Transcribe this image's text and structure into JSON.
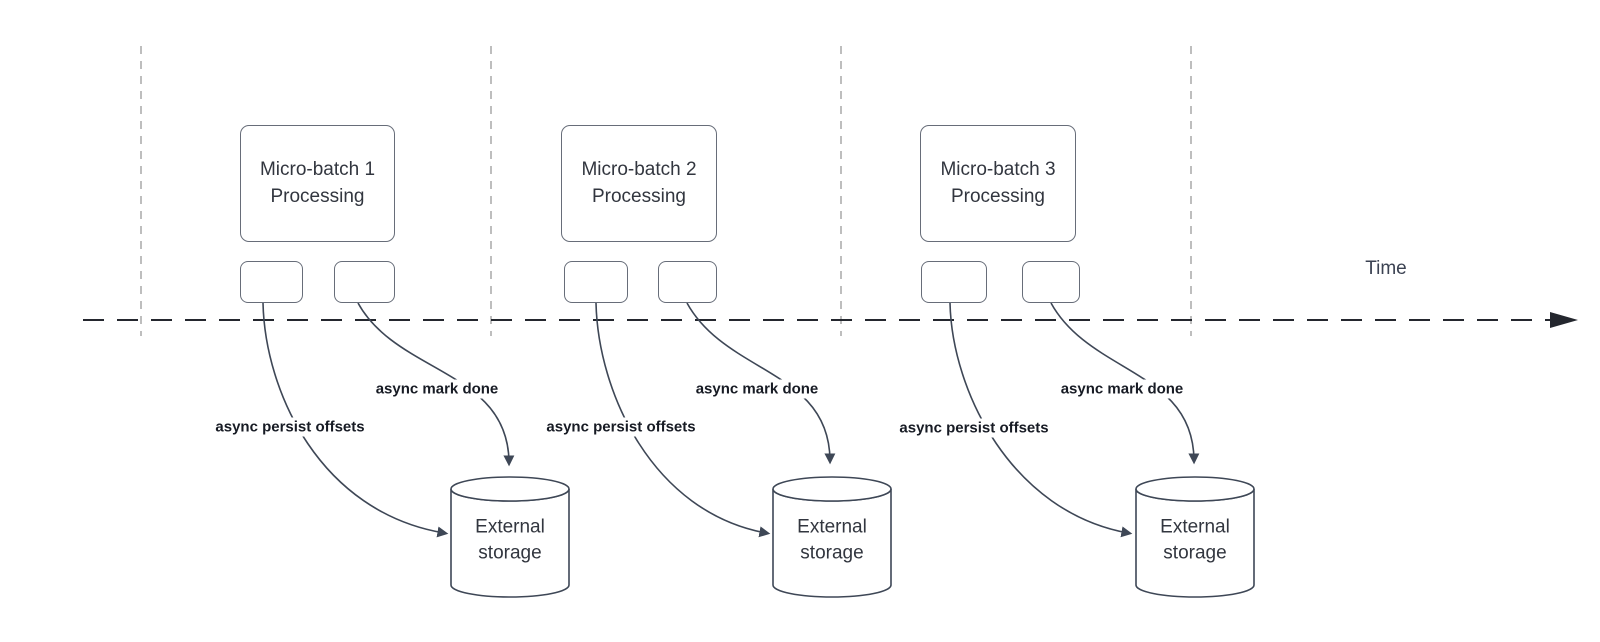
{
  "colors": {
    "background": "#ffffff",
    "edge-stroke": "#3e4756",
    "box-border": "#676d79",
    "axis-line": "#24272e",
    "divider-line": "#a9a9a9",
    "title-text": "#32363f",
    "label-text": "#171b24",
    "time-text": "#3b4252"
  },
  "axis": {
    "time_label": "Time"
  },
  "groups": [
    {
      "title": "Micro-batch 1\nProcessing",
      "persist_label": "async persist offsets",
      "done_label": "async mark done",
      "storage_label": "External\nstorage"
    },
    {
      "title": "Micro-batch 2\nProcessing",
      "persist_label": "async persist offsets",
      "done_label": "async mark done",
      "storage_label": "External\nstorage"
    },
    {
      "title": "Micro-batch 3\nProcessing",
      "persist_label": "async persist offsets",
      "done_label": "async mark done",
      "storage_label": "External\nstorage"
    }
  ]
}
